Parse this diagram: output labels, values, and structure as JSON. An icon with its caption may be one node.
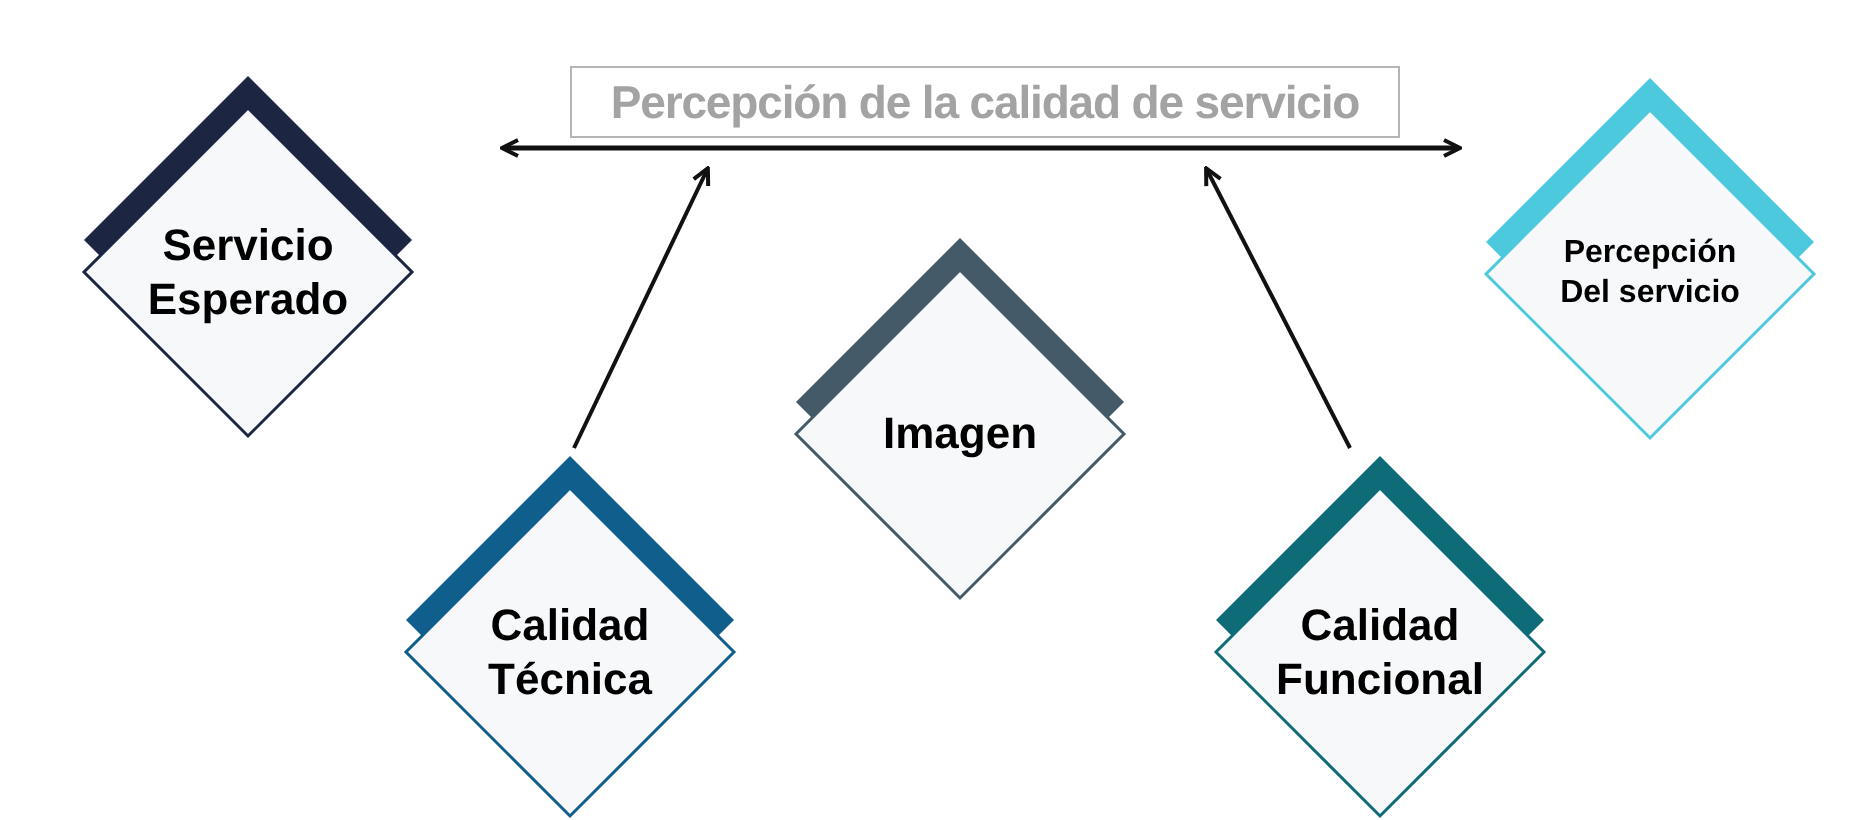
{
  "diagram": {
    "nodes": [
      {
        "text": [
          "Percepción de la calidad de servicio"
        ]
      },
      {
        "text": [
          "Servicio Esperado"
        ]
      },
      {
        "text": [
          "Percepción Del servicio"
        ]
      },
      {
        "text": [
          "Calidad Técnica"
        ]
      },
      {
        "text": [
          "Imagen"
        ]
      },
      {
        "text": [
          "Calidad Funcional"
        ]
      }
    ],
    "edges": [
      {
        "from": 3,
        "to": 0,
        "arrow": "to"
      },
      {
        "from": 5,
        "to": 0,
        "arrow": "to"
      }
    ]
  }
}
